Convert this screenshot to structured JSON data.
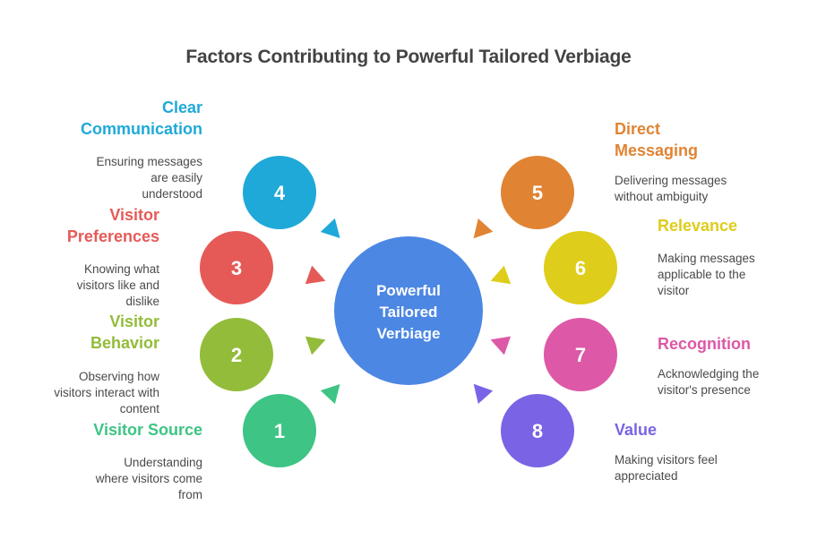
{
  "title": "Factors Contributing to Powerful Tailored Verbiage",
  "center": {
    "lines": [
      "Powerful",
      "Tailored",
      "Verbiage"
    ],
    "color": "#4C87E3"
  },
  "factors": [
    {
      "number": "1",
      "title_lines": [
        "Visitor Source"
      ],
      "desc_lines": [
        "Understanding",
        "where visitors come",
        "from"
      ],
      "color": "#3EC484",
      "side": "left"
    },
    {
      "number": "2",
      "title_lines": [
        "Visitor",
        "Behavior"
      ],
      "desc_lines": [
        "Observing how",
        "visitors interact with",
        "content"
      ],
      "color": "#93BC3A",
      "side": "left"
    },
    {
      "number": "3",
      "title_lines": [
        "Visitor",
        "Preferences"
      ],
      "desc_lines": [
        "Knowing what",
        "visitors like and",
        "dislike"
      ],
      "color": "#E55A57",
      "side": "left"
    },
    {
      "number": "4",
      "title_lines": [
        "Clear",
        "Communication"
      ],
      "desc_lines": [
        "Ensuring messages",
        "are easily",
        "understood"
      ],
      "color": "#1FA9D9",
      "side": "left"
    },
    {
      "number": "5",
      "title_lines": [
        "Direct",
        "Messaging"
      ],
      "desc_lines": [
        "Delivering messages",
        "without ambiguity"
      ],
      "color": "#E08434",
      "side": "right"
    },
    {
      "number": "6",
      "title_lines": [
        "Relevance"
      ],
      "desc_lines": [
        "Making messages",
        "applicable to the",
        "visitor"
      ],
      "color": "#DECD1A",
      "side": "right"
    },
    {
      "number": "7",
      "title_lines": [
        "Recognition"
      ],
      "desc_lines": [
        "Acknowledging the",
        "visitor's presence"
      ],
      "color": "#DD58A6",
      "side": "right"
    },
    {
      "number": "8",
      "title_lines": [
        "Value"
      ],
      "desc_lines": [
        "Making visitors feel",
        "appreciated"
      ],
      "color": "#7B63E6",
      "side": "right"
    }
  ]
}
